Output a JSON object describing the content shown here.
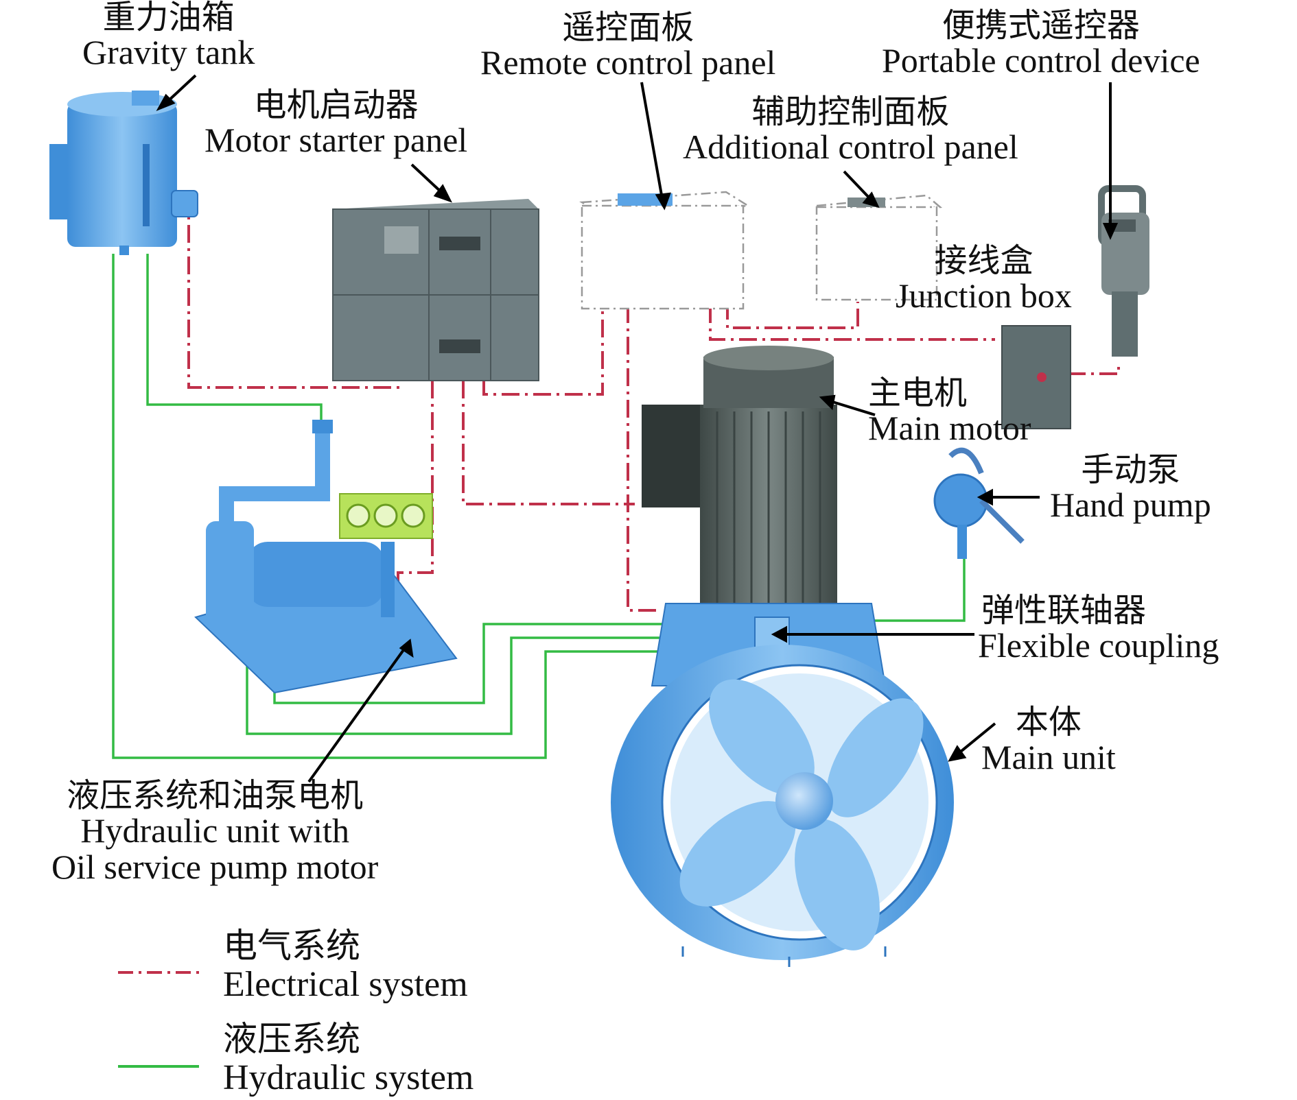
{
  "colors": {
    "electrical": "#c0304a",
    "hydraulic": "#33bb44",
    "equipment_blue": "#5ba4e6",
    "cabinet_grey": "#6f7e82",
    "motor_grey": "#55605f"
  },
  "labels": {
    "gravity_tank": {
      "zh": "重力油箱",
      "en": "Gravity tank"
    },
    "remote_control_panel": {
      "zh": "遥控面板",
      "en": "Remote control panel"
    },
    "portable_control_device": {
      "zh": "便携式遥控器",
      "en": "Portable control device"
    },
    "motor_starter_panel": {
      "zh": "电机启动器",
      "en": "Motor starter panel"
    },
    "additional_control_panel": {
      "zh": "辅助控制面板",
      "en": "Additional control panel"
    },
    "junction_box": {
      "zh": "接线盒",
      "en": "Junction box"
    },
    "main_motor": {
      "zh": "主电机",
      "en": "Main motor"
    },
    "hand_pump": {
      "zh": "手动泵",
      "en": "Hand pump"
    },
    "flexible_coupling": {
      "zh": "弹性联轴器",
      "en": "Flexible coupling"
    },
    "main_unit": {
      "zh": "本体",
      "en": "Main unit"
    },
    "hydraulic_unit": {
      "zh": "液压系统和油泵电机",
      "en1": "Hydraulic unit with",
      "en2": "Oil service pump motor"
    }
  },
  "legend": {
    "electrical": {
      "zh": "电气系统",
      "en": "Electrical system"
    },
    "hydraulic": {
      "zh": "液压系统",
      "en": "Hydraulic system"
    }
  }
}
